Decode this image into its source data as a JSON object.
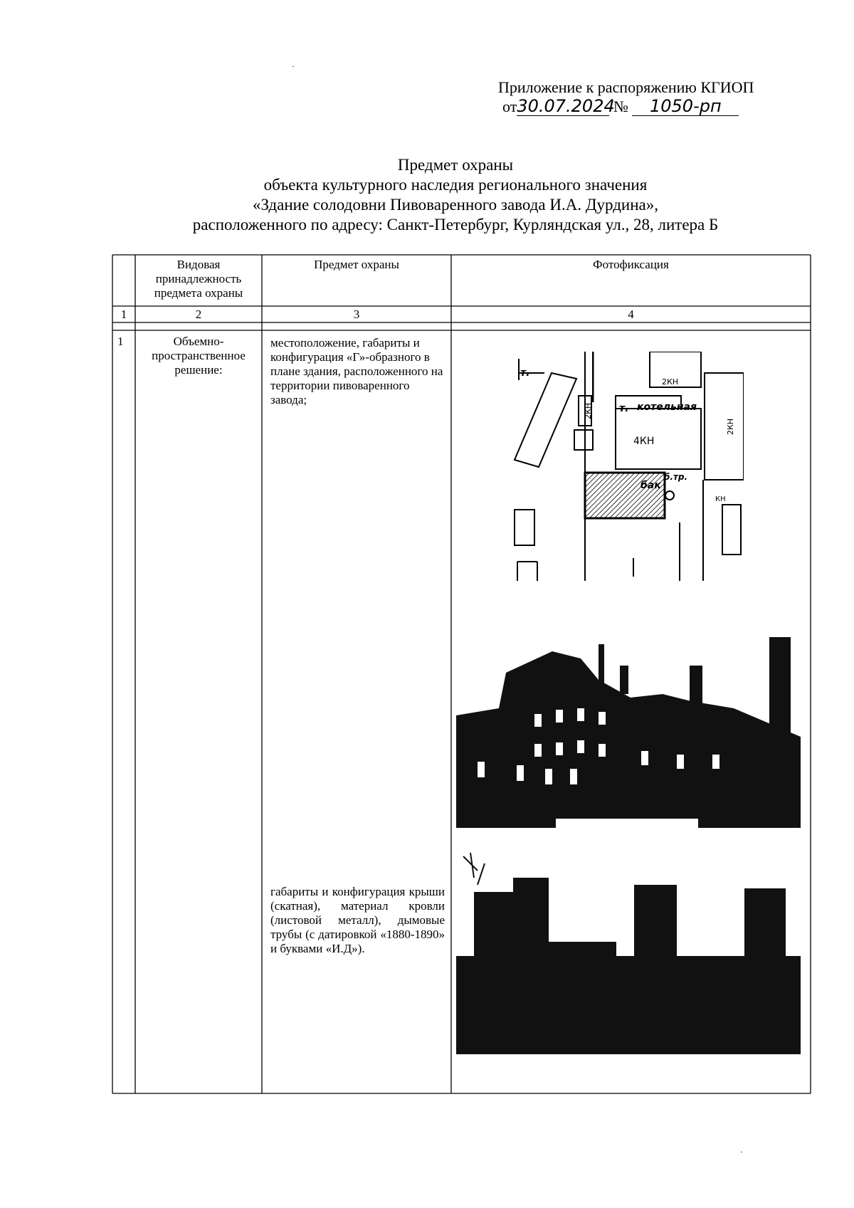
{
  "header": {
    "line1": "Приложение к распоряжению КГИОП",
    "from_prefix": "от",
    "date": "30.07.2024",
    "number_prefix": "№",
    "number": "1050",
    "number_suffix": "-рп"
  },
  "title": {
    "line1": "Предмет охраны",
    "line2": "объекта культурного наследия регионального значения",
    "line3": "«Здание солодовни Пивоваренного завода И.А. Дурдина»,",
    "line4": "расположенного по адресу: Санкт-Петербург, Курляндская ул., 28, литера Б"
  },
  "table": {
    "headers": [
      "",
      "Видовая принадлежность предмета охраны",
      "Предмет охраны",
      "Фотофиксация"
    ],
    "column_numbers": [
      "1",
      "2",
      "3",
      "4"
    ],
    "row": {
      "number": "1",
      "category": "Объемно-пространственное решение:",
      "subject_1": "местоположение, габариты и конфигурация «Г»-образного в плане здания, расположенного на территории пивоваренного завода;",
      "subject_2": "габариты и конфигурация крыши (скатная), материал кровли (листовой металл), дымовые трубы (с датировкой «1880-1890» и буквами «И.Д»)."
    }
  },
  "map_labels": {
    "boiler": "котельная",
    "tank": "бак",
    "pipe": "б.тр.",
    "kn4": "4КН",
    "kn2a": "2КН",
    "kn2b": "2КН",
    "kn2c": "2КН",
    "kn": "КН",
    "t1": "т.",
    "t2": "т."
  }
}
